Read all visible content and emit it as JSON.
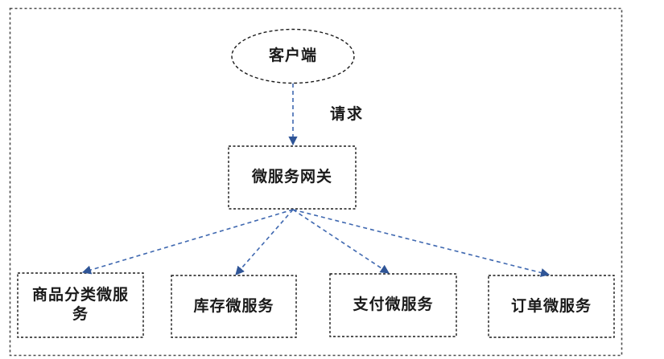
{
  "diagram": {
    "type": "architecture-flow",
    "nodes": {
      "client": {
        "label": "客户端",
        "shape": "ellipse"
      },
      "gateway": {
        "label": "微服务网关",
        "shape": "rectangle"
      },
      "services": [
        {
          "label": "商品分类微服务"
        },
        {
          "label": "库存微服务"
        },
        {
          "label": "支付微服务"
        },
        {
          "label": "订单微服务"
        }
      ]
    },
    "edges": {
      "client_to_gateway_label": "请求",
      "gateway_fanout_count": 4
    },
    "colors": {
      "background": "#ffffff",
      "frame_border": "#4d4d4d",
      "shape_border": "#1a1a1a",
      "text": "#1a1a1a",
      "arrow_line": "#3f68b0",
      "arrowhead": "#2f5597"
    }
  }
}
